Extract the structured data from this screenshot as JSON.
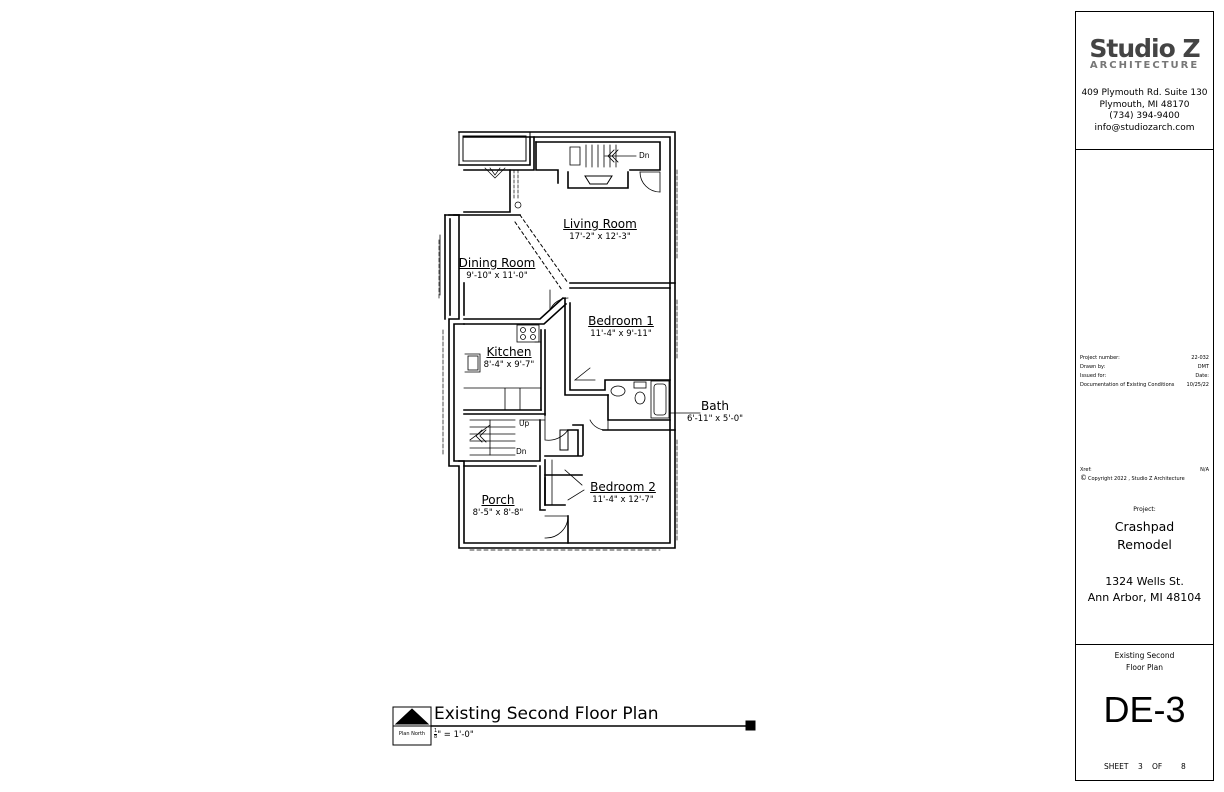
{
  "drawing": {
    "title": "Existing Second Floor Plan",
    "north_label": "Plan North",
    "scale_num": "1",
    "scale_den": "8",
    "scale_rest": "\" = 1'-0\""
  },
  "rooms": [
    {
      "name": "Living Room",
      "dims": "17'-2\" x 12'-3\""
    },
    {
      "name": "Dining Room",
      "dims": "9'-10\" x 11'-0\""
    },
    {
      "name": "Bedroom 1",
      "dims": "11'-4\" x 9'-11\""
    },
    {
      "name": "Kitchen",
      "dims": "8'-4\" x 9'-7\""
    },
    {
      "name": "Bath",
      "dims": "6'-11\" x 5'-0\""
    },
    {
      "name": "Bedroom 2",
      "dims": "11'-4\" x 12'-7\""
    },
    {
      "name": "Porch",
      "dims": "8'-5\" x 8'-8\""
    }
  ],
  "stair_labels": {
    "dn_top": "Dn",
    "up": "Up",
    "dn_bottom": "Dn"
  },
  "firm": {
    "logo_top": "Studio Z",
    "logo_bottom": "ARCHITECTURE",
    "address1": "409 Plymouth Rd. Suite 130",
    "address2": "Plymouth, MI  48170",
    "phone": "(734) 394-9400",
    "email": "info@studiozarch.com"
  },
  "project_info": {
    "number_label": "Project number:",
    "number": "22-032",
    "drawn_label": "Drawn by:",
    "drawn": "DMT",
    "issued_label": "Issued for:",
    "date_label": "Date:",
    "issued_for": "Documentation of Existing Conditions",
    "date": "10/25/22",
    "xref_label": "Xref:",
    "xref": "N/A",
    "copyright": "Copyright 2022 , Studio Z Architecture"
  },
  "project": {
    "label": "Project:",
    "name1": "Crashpad",
    "name2": "Remodel",
    "street": "1324 Wells St.",
    "city": "Ann Arbor, MI 48104"
  },
  "sheet": {
    "title1": "Existing Second",
    "title2": "Floor Plan",
    "number": "DE-3",
    "sheet_label": "SHEET",
    "current": "3",
    "of_label": "OF",
    "total": "8"
  }
}
